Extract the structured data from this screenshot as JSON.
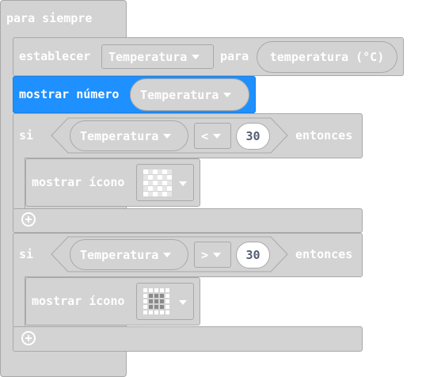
{
  "forever": {
    "label": "para siempre"
  },
  "set_block": {
    "label": "establecer",
    "variable": "Temperatura",
    "to_label": "para",
    "value": "temperatura (°C)"
  },
  "show_number": {
    "label1": "mostrar",
    "label2": "número",
    "value": "Temperatura"
  },
  "if1": {
    "si": "si",
    "left": "Temperatura",
    "operator": "<",
    "right": "30",
    "then": "entonces",
    "show_icon_label": "mostrar ícono"
  },
  "if2": {
    "si": "si",
    "left": "Temperatura",
    "operator": ">",
    "right": "30",
    "then": "entonces",
    "show_icon_label": "mostrar ícono"
  },
  "colors": {
    "block": "#d3d3d3",
    "highlight": "#1e90ff",
    "text": "#ffffff",
    "number_text": "#575e75"
  },
  "icons": {
    "plus": "add-circle-icon",
    "dropdown": "caret-down-icon"
  }
}
